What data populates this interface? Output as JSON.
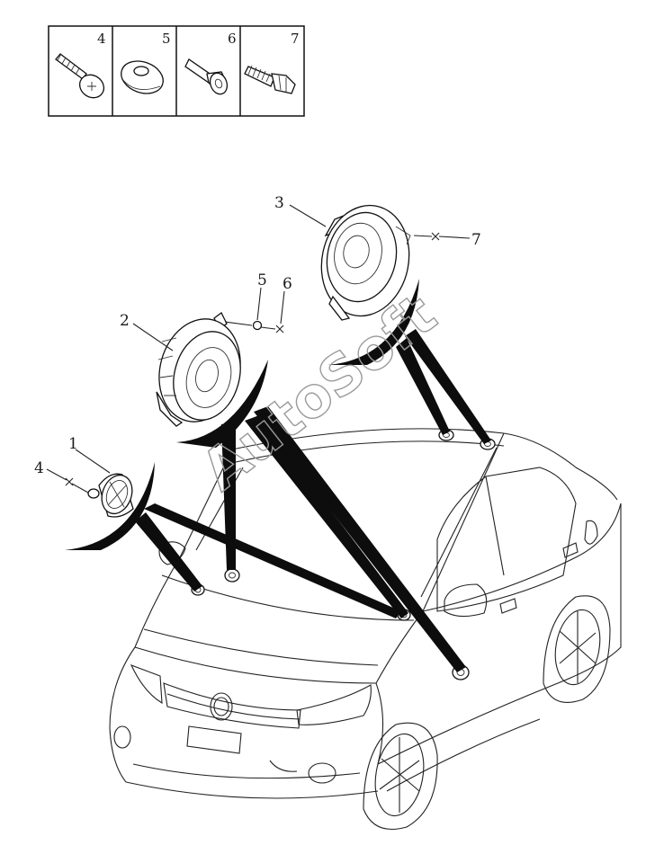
{
  "legend": {
    "items": [
      {
        "num": "4",
        "icon": "tapping-screw-icon"
      },
      {
        "num": "5",
        "icon": "washer-icon"
      },
      {
        "num": "6",
        "icon": "clip-nut-icon"
      },
      {
        "num": "7",
        "icon": "flange-bolt-icon"
      }
    ]
  },
  "callouts": {
    "c1": "1",
    "c2": "2",
    "c3": "3",
    "c4": "4",
    "c5": "5",
    "c6": "6",
    "c7": "7"
  },
  "watermark": "AutoSoft",
  "colors": {
    "ink": "#111111",
    "paper": "#ffffff",
    "watermark": "#9a9a9a"
  }
}
